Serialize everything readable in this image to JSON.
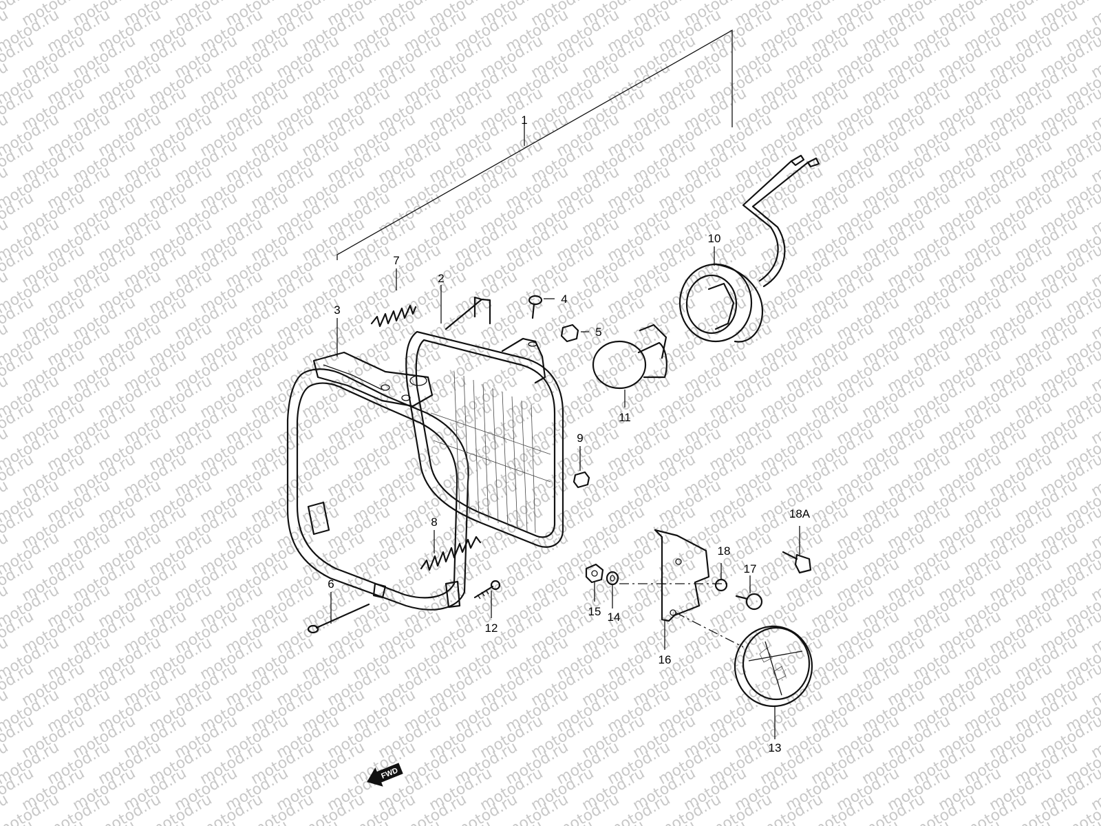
{
  "watermark": "motod.ru",
  "fwd_label": "FWD",
  "callouts": {
    "c1": "1",
    "c2": "2",
    "c3": "3",
    "c4": "4",
    "c5": "5",
    "c6": "6",
    "c7": "7",
    "c8": "8",
    "c9": "9",
    "c10": "10",
    "c11": "11",
    "c12": "12",
    "c13": "13",
    "c14": "14",
    "c15": "15",
    "c16": "16",
    "c17": "17",
    "c18": "18",
    "c18a": "18A"
  }
}
